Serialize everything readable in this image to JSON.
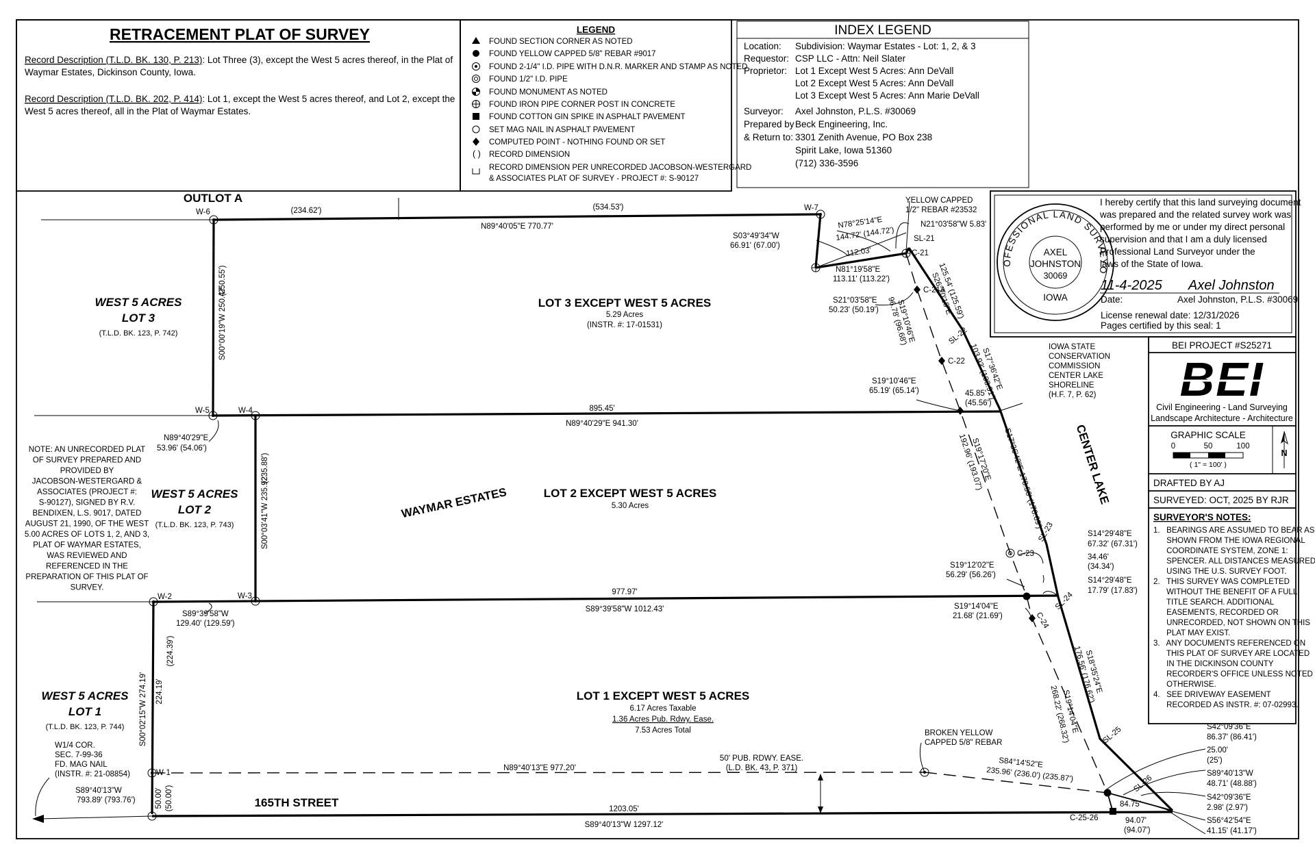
{
  "title": "RETRACEMENT PLAT OF SURVEY",
  "record_descriptions": [
    {
      "label": "Record Description (T.L.D. BK. 130, P. 213)",
      "line1": ": Lot Three (3), except the West 5 acres thereof, in the Plat of",
      "line2": "Waymar Estates, Dickinson County, Iowa."
    },
    {
      "label": "Record Description (T.L.D. BK. 202, P. 414)",
      "line1": ": Lot 1, except the West 5 acres thereof, and Lot 2, except the",
      "line2": "West 5 acres thereof, all in the Plat of Waymar Estates."
    }
  ],
  "legend": {
    "title": "LEGEND",
    "items": [
      {
        "icon": "triangle-icon",
        "text": "FOUND SECTION CORNER AS NOTED"
      },
      {
        "icon": "filled-circle-icon",
        "text": "FOUND YELLOW CAPPED 5/8\" REBAR #9017"
      },
      {
        "icon": "dot-circle-icon",
        "text": "FOUND 2-1/4\" I.D. PIPE WITH D.N.R. MARKER AND STAMP AS NOTED"
      },
      {
        "icon": "double-circle-icon",
        "text": "FOUND 1/2\" I.D. PIPE"
      },
      {
        "icon": "monument-icon",
        "text": "FOUND MONUMENT AS NOTED"
      },
      {
        "icon": "crosshair-circle-icon",
        "text": "FOUND IRON PIPE CORNER POST IN CONCRETE"
      },
      {
        "icon": "filled-square-icon",
        "text": "FOUND COTTON GIN SPIKE IN ASPHALT PAVEMENT"
      },
      {
        "icon": "open-circle-icon",
        "text": "SET MAG NAIL IN ASPHALT PAVEMENT"
      },
      {
        "icon": "diamond-icon",
        "text": "COMPUTED POINT - NOTHING FOUND OR SET"
      },
      {
        "icon": "parens-icon",
        "text": "RECORD DIMENSION"
      },
      {
        "icon": "bracket-icon",
        "text": "RECORD DIMENSION PER UNRECORDED JACOBSON-WESTERGARD"
      },
      {
        "icon": "",
        "text": "& ASSOCIATES PLAT OF SURVEY - PROJECT #: S-90127"
      }
    ]
  },
  "index_legend": {
    "title": "INDEX LEGEND",
    "rows": [
      {
        "key": "Location:",
        "value": "Subdivision: Waymar Estates  -  Lot: 1, 2, & 3"
      },
      {
        "key": "Requestor:",
        "value": "CSP LLC  -  Attn: Neil Slater"
      },
      {
        "key": "Proprietor:",
        "value": "Lot 1 Except West 5 Acres: Ann DeVall"
      },
      {
        "key": "",
        "value": "Lot 2 Except West 5 Acres: Ann DeVall"
      },
      {
        "key": "",
        "value": "Lot 3 Except West 5 Acres: Ann Marie DeVall"
      },
      {
        "key": "Surveyor:",
        "value": "Axel Johnston, P.L.S. #30069"
      },
      {
        "key": "Prepared by",
        "value": "Beck Engineering, Inc."
      },
      {
        "key": "& Return to:",
        "value": "3301 Zenith Avenue, PO Box 238"
      },
      {
        "key": "",
        "value": "Spirit Lake, Iowa 51360"
      },
      {
        "key": "",
        "value": "(712) 336-3596"
      }
    ]
  },
  "certification": {
    "seal": {
      "top": "PROFESSIONAL LAND SURVEYOR",
      "name": "AXEL",
      "name2": "JOHNSTON",
      "number": "30069",
      "state": "IOWA"
    },
    "text": [
      "I hereby certify that this land surveying document",
      "was prepared and the related survey work was",
      "performed by me or under my direct personal",
      "supervision and that I am a duly licensed",
      "Professional Land Surveyor under the",
      "laws of the State of Iowa."
    ],
    "signature_date": "11-4-2025",
    "signature": "Axel Johnston",
    "date_label": "Date:",
    "name_line": "Axel Johnston, P.L.S. #30069",
    "renewal": "License renewal date:      12/31/2026",
    "pages": "Pages certified by this seal: 1"
  },
  "project": {
    "number": "BEI PROJECT #S25271",
    "logo": "BEI",
    "tag1": "Civil Engineering - Land Surveying",
    "tag2": "Landscape Architecture - Architecture",
    "scale_title": "GRAPHIC SCALE",
    "scale_ticks": [
      "0",
      "50",
      "100"
    ],
    "scale_note": "( 1\" = 100' )",
    "north": "N",
    "drafted": "DRAFTED BY AJ",
    "surveyed": "SURVEYED: OCT, 2025 BY RJR"
  },
  "surveyor_notes": {
    "title": "SURVEYOR'S NOTES:",
    "lines": [
      "1.   BEARINGS ARE ASSUMED TO BEAR AS",
      "      SHOWN FROM THE IOWA REGIONAL",
      "      COORDINATE SYSTEM, ZONE 1:",
      "      SPENCER. ALL DISTANCES MEASURED",
      "      USING THE U.S. SURVEY FOOT.",
      "2.   THIS SURVEY WAS COMPLETED",
      "      WITHOUT THE BENEFIT OF A FULL",
      "      TITLE SEARCH. ADDITIONAL",
      "      EASEMENTS, RECORDED OR",
      "      UNRECORDED, NOT SHOWN ON THIS",
      "      PLAT MAY EXIST.",
      "3.   ANY DOCUMENTS REFERENCED ON",
      "      THIS PLAT OF SURVEY ARE LOCATED",
      "      IN THE DICKINSON COUNTY",
      "      RECORDER'S OFFICE UNLESS NOTED",
      "      OTHERWISE.",
      "4.   SEE DRIVEWAY EASEMENT",
      "      RECORDED AS INSTR. #: 07-02993."
    ]
  },
  "plat_note": [
    "NOTE: AN UNRECORDED PLAT",
    "OF SURVEY PREPARED AND",
    "PROVIDED BY",
    "JACOBSON-WESTERGARD &",
    "ASSOCIATES (PROJECT #:",
    "S-90127), SIGNED BY R.V.",
    "BENDIXEN, L.S. 9017, DATED",
    "AUGUST 21, 1990, OF THE WEST",
    "5.00 ACRES OF LOTS 1, 2, AND 3,",
    "PLAT OF WAYMAR ESTATES,",
    "WAS REVIEWED AND",
    "REFERENCED IN THE",
    "PREPARATION OF THIS PLAT OF",
    "SURVEY."
  ],
  "lots": {
    "lot3": {
      "name": "LOT 3 EXCEPT WEST 5 ACRES",
      "area": "5.29 Acres",
      "instr": "(INSTR. #: 17-01531)"
    },
    "lot2": {
      "name": "LOT 2 EXCEPT WEST 5 ACRES",
      "area": "5.30 Acres"
    },
    "lot1": {
      "name": "LOT 1 EXCEPT WEST 5 ACRES",
      "taxable": "6.17 Acres Taxable",
      "row": "1.36 Acres Pub. Rdwy. Ease.",
      "total": "7.53 Acres Total"
    },
    "w5_lot3": {
      "a": "WEST 5 ACRES",
      "b": "LOT 3",
      "c": "(T.L.D. BK. 123, P. 742)"
    },
    "w5_lot2": {
      "a": "WEST 5 ACRES",
      "b": "LOT 2",
      "c": "(T.L.D. BK. 123, P. 743)"
    },
    "w5_lot1": {
      "a": "WEST 5 ACRES",
      "b": "LOT 1",
      "c": "(T.L.D. BK. 123, P. 744)"
    },
    "subdivision": "WAYMAR ESTATES",
    "outlot": "OUTLOT A",
    "street": "165TH STREET",
    "lake": "CENTER LAKE"
  },
  "points": {
    "w1": "W-1",
    "w2": "W-2",
    "w3": "W-3",
    "w4": "W-4",
    "w5": "W-5",
    "w6": "W-6",
    "w7": "W-7",
    "c21": "C-21",
    "c21a": "C-21A",
    "c22": "C-22",
    "c23": "C-23",
    "c24": "C-24",
    "c2526": "C-25-26",
    "sl21": "SL-21",
    "sl22": "SL-22",
    "sl23": "SL-23",
    "sl24": "SL-24",
    "sl25": "SL-25",
    "sl26": "SL-26"
  },
  "dims": {
    "top_rec1": "(234.62')",
    "top_rec2": "(534.53')",
    "top_brg": "N89°40'05\"E  770.77'",
    "w6w5_brg": "S00°00'19\"W  250.47'",
    "w6w5_rec": "(250.55')",
    "w7_s": "S03°49'34\"W",
    "w7_s2": "66.91' (67.00')",
    "n78": "N78°25'14\"E",
    "n78b": "144.72' (144.72')",
    "d11203": "112.03'",
    "n81": "N81°19'58\"E",
    "n81b": "113.11' (113.22')",
    "n21": "N21°03'58\"W  5.83'",
    "yc1": "YELLOW CAPPED",
    "yc2": "1/2\" REBAR #23532",
    "s26": "S26°20'18\"E",
    "s26b": "125.54' (125.59')",
    "s21": "S21°03'58\"E",
    "s21b": "50.23' (50.19')",
    "s19a": "S19°10'46\"E",
    "s19ab": "96.78' (96.68')",
    "s17a": "S17°36'42\"E",
    "s17ab": "103.93' (103.91')",
    "iowa1": "IOWA STATE",
    "iowa2": "CONSERVATION",
    "iowa3": "COMMISSION",
    "iowa4": "CENTER LAKE",
    "iowa5": "SHORELINE",
    "iowa6": "(H.F. 7, P. 62)",
    "s19b": "S19°10'46\"E",
    "s19bb": "65.19' (65.14')",
    "d4585": "45.85'",
    "d4556": "(45.56')",
    "d89545": "895.45'",
    "mid_brg": "N89°40'29\"E  941.30'",
    "n8940": "N89°40'29\"E",
    "n8940b": "53.96' (54.06')",
    "w4w3_brg": "S00°03'41\"W  235.92'",
    "w4w3_rec": "(235.88')",
    "s19c": "S19°17'20\"E",
    "s19cb": "192.96' (193.07')",
    "s17b": "S17°36'42\"E  178.56' (178.69')",
    "s14a": "S14°29'48\"E",
    "s14ab": "67.32' (67.31')",
    "d3446": "34.46'",
    "d3434": "(34.34')",
    "s14b": "S14°29'48\"E",
    "s14bb": "17.79' (17.83')",
    "s1912": "S19°12'02\"E",
    "s1912b": "56.29' (56.26')",
    "s1914": "S19°14'04\"E",
    "s1914b": "21.68' (21.69')",
    "d97797": "977.97'",
    "bot_brg": "S89°39'58\"W  1012.43'",
    "s8939": "S89°39'58\"W",
    "s8939b": "129.40' (129.59')",
    "w2w1_brg": "S00°02'15\"W  274.19'",
    "w2w1_a": "224.19'",
    "w2w1_rec": "(224.39')",
    "s1835": "S18°35'24\"E",
    "s1835b": "176.56' (176.62')",
    "s1914c": "S19°14'04\"E",
    "s1914cb": "268.22' (268.32')",
    "w14_1": "W1/4 COR.",
    "w14_2": "SEC. 7-99-36",
    "w14_3": "FD. MAG NAIL",
    "w14_4": "(INSTR. #: 21-08854)",
    "s8940": "S89°40'13\"W",
    "s8940b": "793.89' (793.76')",
    "row1": "N89°40'13\"E  977.20'",
    "row2": "50' PUB. RDWY. EASE.",
    "row3": "(L.D. BK. 43, P. 371)",
    "broken1": "BROKEN YELLOW",
    "broken2": "CAPPED 5/8\" REBAR",
    "s84": "S84°14'52\"E",
    "s84b": "235.96' (236.0') (235.87')",
    "d5000": "50.00'",
    "d5000r": "(50.00')",
    "d120305": "1203.05'",
    "street_brg": "S89°40'13\"W  1297.12'",
    "s42a": "S42°09'36\"E",
    "s42ab": "86.37' (86.41')",
    "d2500": "25.00'",
    "d25": "(25')",
    "s8940c": "S89°40'13\"W",
    "s8940cb": "48.71' (48.88')",
    "s42b": "S42°09'36\"E",
    "s42bb": "2.98' (2.97')",
    "s56": "S56°42'54\"E",
    "s56b": "41.15' (41.17')",
    "d8475": "84.75'",
    "d9407": "94.07'",
    "d9407r": "(94.07')"
  }
}
